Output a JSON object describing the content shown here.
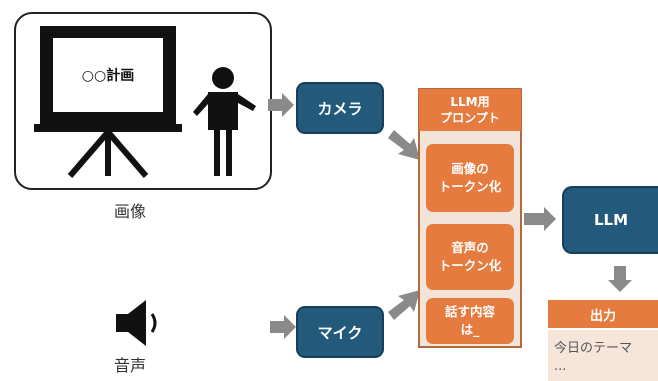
{
  "image_panel": {
    "slide_title": "○○計画",
    "caption": "画像"
  },
  "audio_panel": {
    "caption": "音声"
  },
  "camera_box": {
    "label": "カメラ"
  },
  "mic_box": {
    "label": "マイク"
  },
  "prompt": {
    "header": "LLM用\nプロンプト",
    "chips": [
      "画像の\nトークン化",
      "音声の\nトークン化",
      "話す内容\nは_"
    ]
  },
  "llm_box": {
    "label": "LLM"
  },
  "output": {
    "header": "出力",
    "body": "今日のテーマ\n..."
  },
  "colors": {
    "node_blue": "#235a7c",
    "prompt_orange": "#e57b3f",
    "prompt_bg": "#f2e4d8",
    "arrow_gray": "#8a8a8a"
  }
}
